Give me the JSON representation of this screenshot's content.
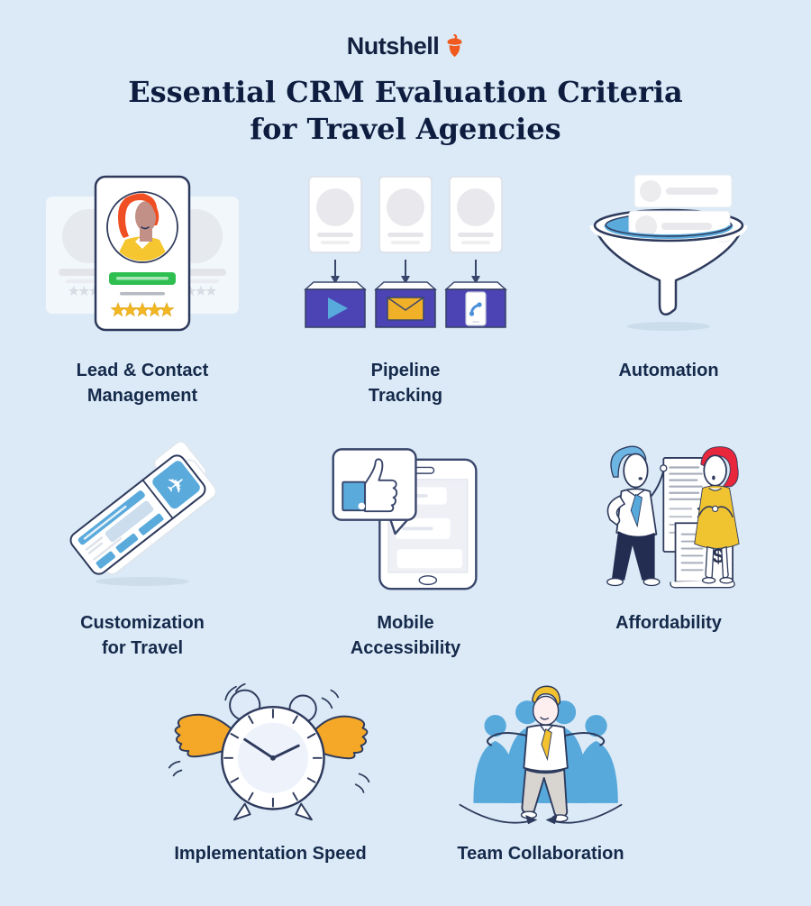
{
  "page": {
    "background": "#dbeaf6"
  },
  "brand": {
    "name": "Nutshell",
    "icon": "acorn-icon",
    "text_color": "#13203f",
    "accent_color": "#f05a1e"
  },
  "title": {
    "line1": "Essential CRM Evaluation Criteria",
    "line2": "for Travel Agencies",
    "color": "#0d1c3f"
  },
  "criteria": [
    {
      "id": "lead-contact-management",
      "label_line1": "Lead & Contact",
      "label_line2": "Management",
      "illustration": "contact-cards-illustration"
    },
    {
      "id": "pipeline-tracking",
      "label_line1": "Pipeline",
      "label_line2": "Tracking",
      "illustration": "pipeline-stages-illustration"
    },
    {
      "id": "automation",
      "label_line1": "Automation",
      "label_line2": "",
      "illustration": "funnel-illustration"
    },
    {
      "id": "customization-for-travel",
      "label_line1": "Customization",
      "label_line2": "for Travel",
      "illustration": "plane-tickets-illustration"
    },
    {
      "id": "mobile-accessibility",
      "label_line1": "Mobile",
      "label_line2": "Accessibility",
      "illustration": "phone-thumbs-up-illustration"
    },
    {
      "id": "affordability",
      "label_line1": "Affordability",
      "label_line2": "",
      "illustration": "people-receipt-illustration"
    },
    {
      "id": "implementation-speed",
      "label_line1": "Implementation Speed",
      "label_line2": "",
      "illustration": "winged-alarm-clock-illustration"
    },
    {
      "id": "team-collaboration",
      "label_line1": "Team Collaboration",
      "label_line2": "",
      "illustration": "team-circle-illustration"
    }
  ],
  "illustration_text": {
    "receipt_dollar": "$"
  },
  "palette": {
    "background": "#dbeaf6",
    "navy_outline": "#2e3a5c",
    "heading_navy": "#0d1c3f",
    "label_navy": "#15294b",
    "brand_orange": "#f05a1e",
    "purple_box": "#4c44b4",
    "sky_blue": "#5aaadc",
    "gold_star": "#f2b723",
    "green_bar": "#2fbf51",
    "dress_yellow": "#f0c330",
    "hair_red": "#e8263c",
    "wing_orange": "#f5a828"
  }
}
